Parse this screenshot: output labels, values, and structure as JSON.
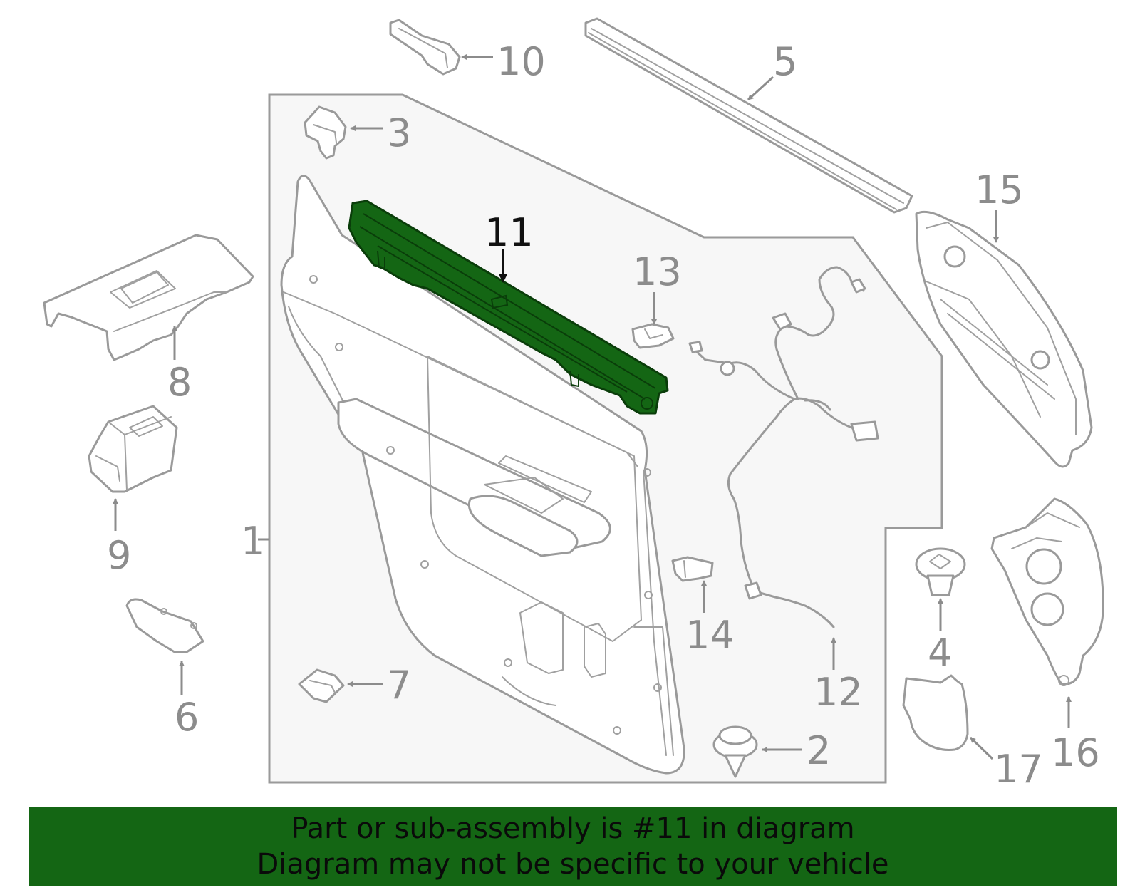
{
  "diagram": {
    "highlighted_part": "11",
    "labels": [
      "1",
      "2",
      "3",
      "4",
      "5",
      "6",
      "7",
      "8",
      "9",
      "10",
      "11",
      "12",
      "13",
      "14",
      "15",
      "16",
      "17"
    ]
  },
  "banner": {
    "line1": "Part or sub-assembly is #11 in diagram",
    "line2": "Diagram may not be specific to your vehicle"
  },
  "colors": {
    "highlight": "#146614",
    "banner_bg": "#146614",
    "part_stroke": "#9a9a9a",
    "panel_bg": "#f7f7f7"
  }
}
